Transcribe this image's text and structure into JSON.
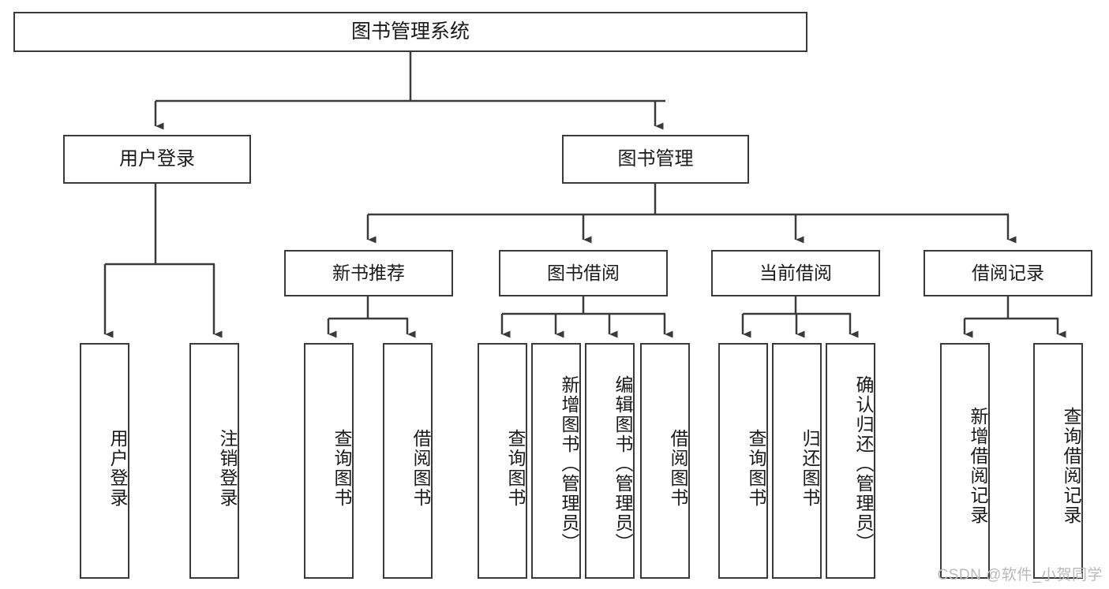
{
  "diagram": {
    "title": "图书管理系统",
    "type": "tree-hierarchy-chart",
    "background_color": "#ffffff",
    "border_color": "#3a3a3a",
    "text_color": "#1a1a1a"
  },
  "root": {
    "label": "图书管理系统"
  },
  "level2": [
    {
      "label": "用户登录"
    },
    {
      "label": "图书管理"
    }
  ],
  "level3": [
    {
      "label": "新书推荐"
    },
    {
      "label": "图书借阅"
    },
    {
      "label": "当前借阅"
    },
    {
      "label": "借阅记录"
    }
  ],
  "leaves": {
    "user_login": [
      {
        "label": "用户登录"
      },
      {
        "label": "注销登录"
      }
    ],
    "new_book_recommend": [
      {
        "label": "查询图书"
      },
      {
        "label": "借阅图书"
      }
    ],
    "book_borrow": [
      {
        "label": "查询图书"
      },
      {
        "label": "新增图书（管理员）"
      },
      {
        "label": "编辑图书（管理员）"
      },
      {
        "label": "借阅图书"
      }
    ],
    "current_borrow": [
      {
        "label": "查询图书"
      },
      {
        "label": "归还图书"
      },
      {
        "label": "确认归还（管理员）"
      }
    ],
    "borrow_record": [
      {
        "label": "新增借阅记录"
      },
      {
        "label": "查询借阅记录"
      }
    ]
  },
  "watermark": {
    "text": "CSDN @软件_小贺同学"
  }
}
